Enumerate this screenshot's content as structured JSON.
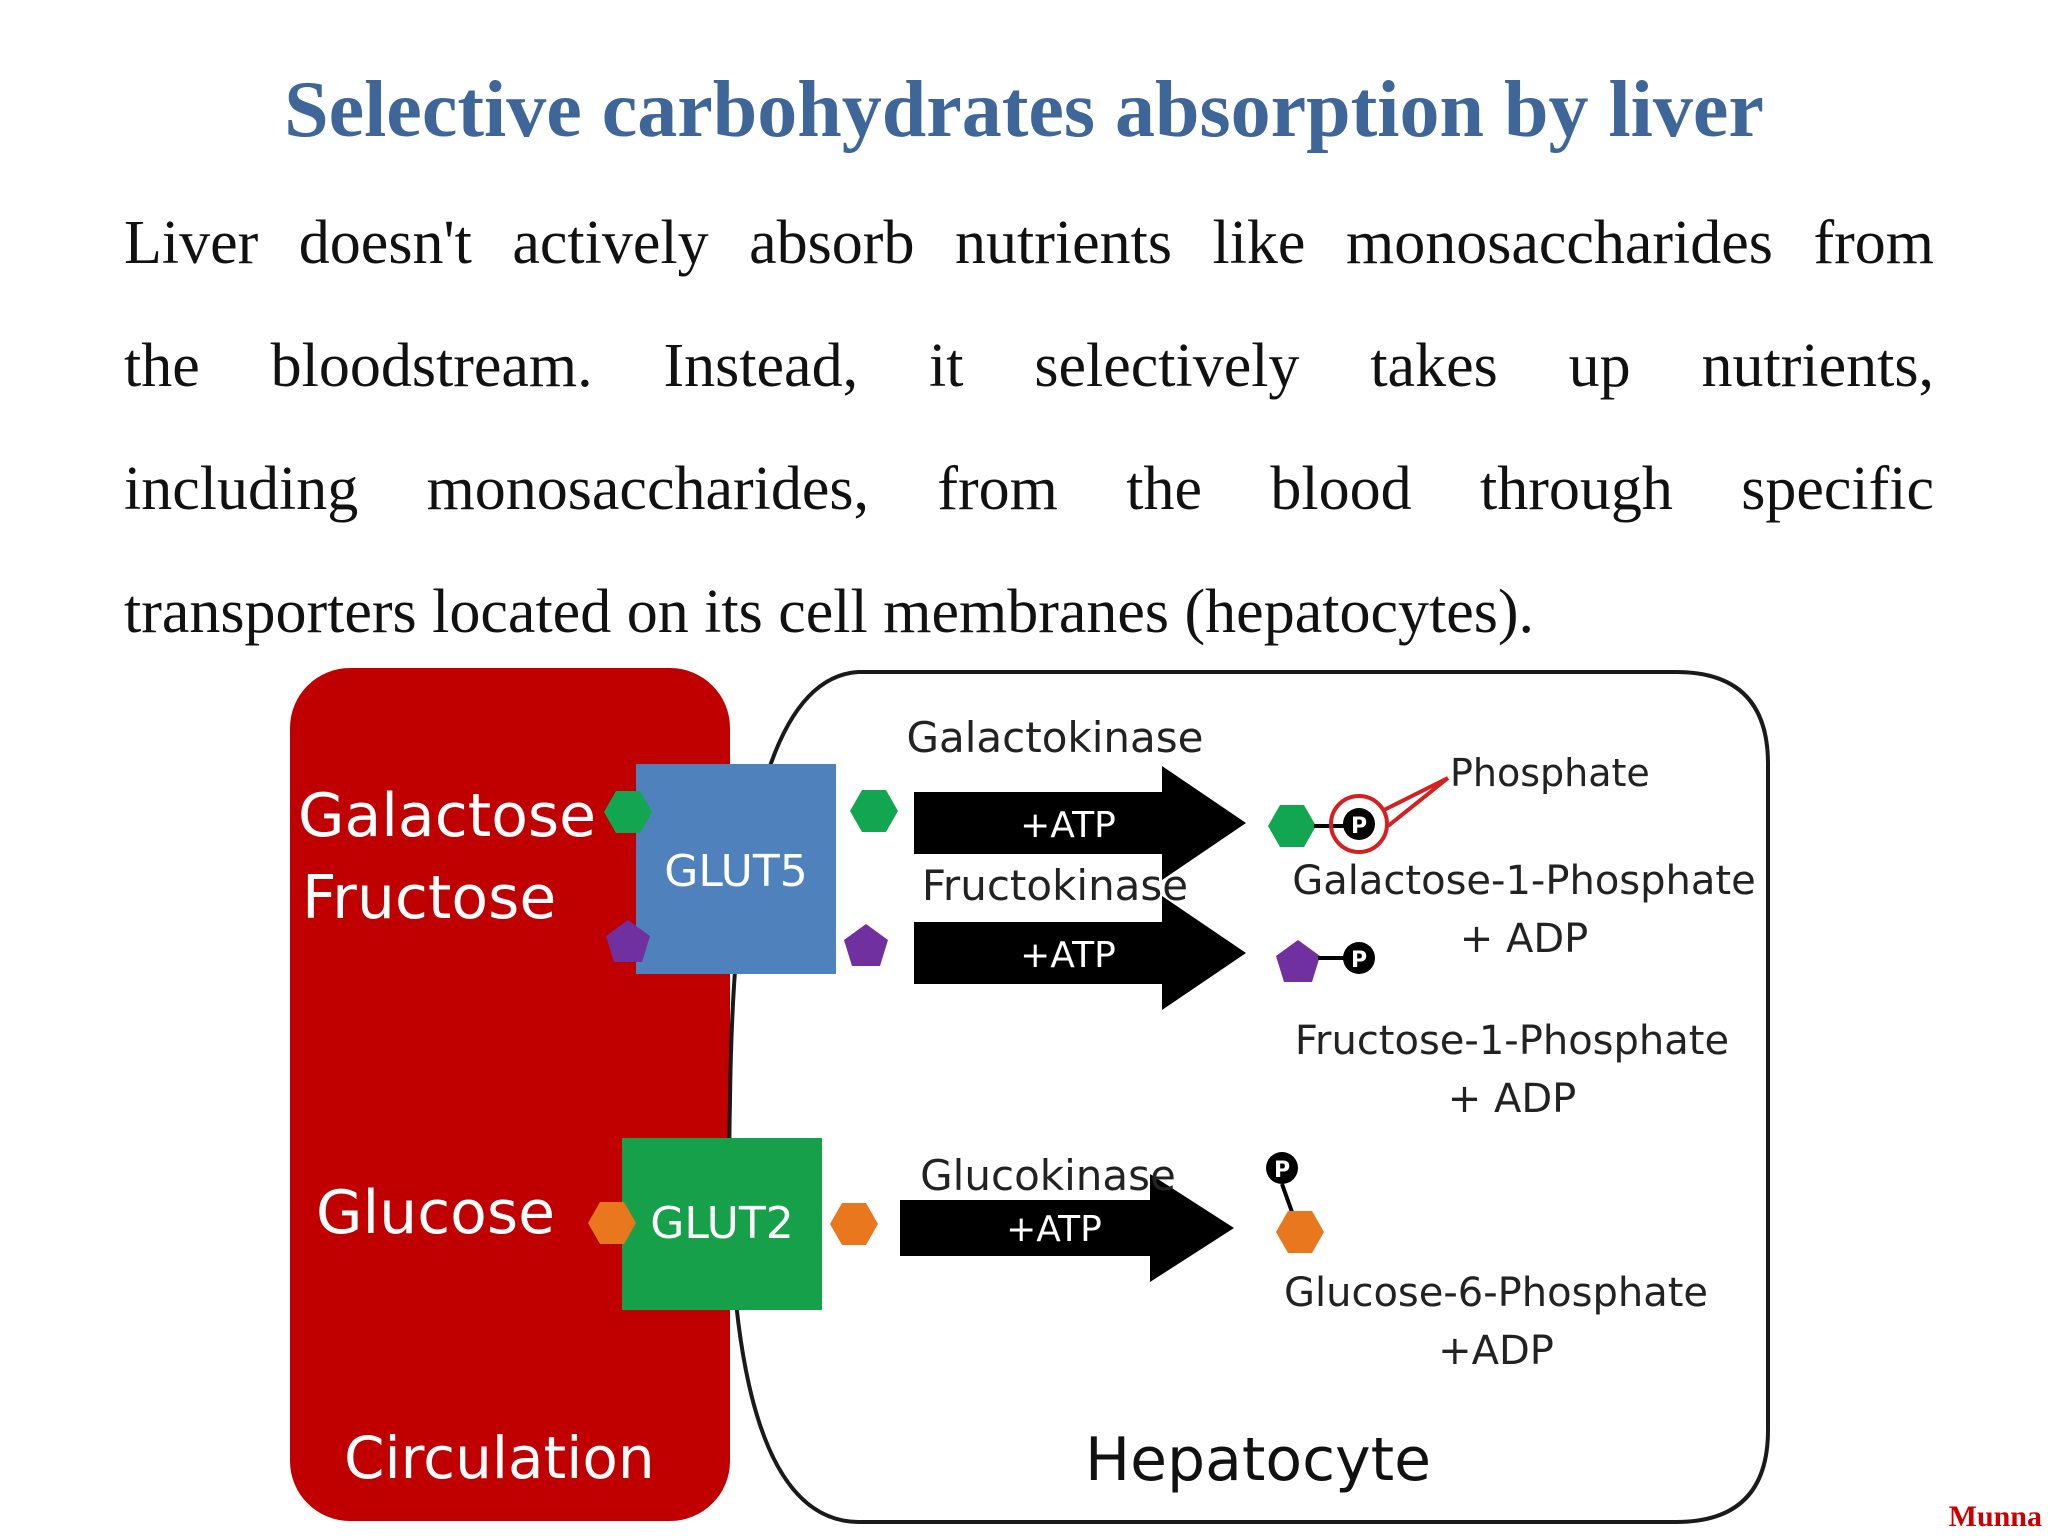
{
  "title": "Selective carbohydrates absorption by liver",
  "paragraph_lines": [
    "Liver doesn't actively absorb nutrients like monosaccharides from",
    "the bloodstream. Instead, it selectively takes up nutrients,",
    "including monosaccharides, from the blood through specific",
    "transporters located on its cell membranes (hepatocytes)."
  ],
  "diagram": {
    "circulation": {
      "sugars_top": [
        "Galactose",
        "Fructose"
      ],
      "sugar_bottom": "Glucose",
      "label": "Circulation"
    },
    "hepatocyte_label": "Hepatocyte",
    "transporters": {
      "glut5": "GLUT5",
      "glut2": "GLUT2"
    },
    "enzymes": {
      "galactokinase": "Galactokinase",
      "fructokinase": "Fructokinase",
      "glucokinase": "Glucokinase"
    },
    "atp_label": "+ATP",
    "phosphate_symbol": "P",
    "phosphate_callout": "Phosphate",
    "products": {
      "galactose": {
        "name": "Galactose-1-Phosphate",
        "adp": "+ ADP"
      },
      "fructose": {
        "name": "Fructose-1-Phosphate",
        "adp": "+ ADP"
      },
      "glucose": {
        "name": "Glucose-6-Phosphate",
        "adp": "+ADP"
      }
    },
    "colors": {
      "circulation": "#c00000",
      "glut5": "#4f81bd",
      "glut2": "#17a04a",
      "galactose": "#12a650",
      "fructose": "#7030a0",
      "glucose": "#e8771e",
      "title": "#3e6698"
    }
  },
  "watermark": "Munna"
}
